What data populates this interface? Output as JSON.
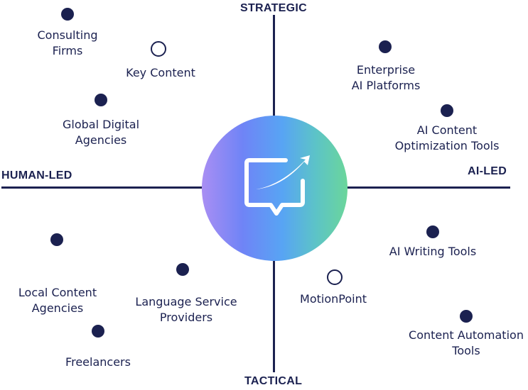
{
  "axes": {
    "top": "STRATEGIC",
    "bottom": "TACTICAL",
    "left": "HUMAN-LED",
    "right": "AI-LED"
  },
  "center": {
    "icon": "chat-bubble-growth-arrow-icon",
    "gradient": [
      "#a98ef3",
      "#6f84f6",
      "#58a4f4",
      "#5cc3c8",
      "#6bd69a"
    ]
  },
  "colors": {
    "ink": "#1b2150",
    "background": "#ffffff"
  },
  "nodes": [
    {
      "id": "consulting-firms",
      "lines": [
        "Consulting",
        "Firms"
      ],
      "marker": "filled"
    },
    {
      "id": "key-content",
      "lines": [
        "Key Content"
      ],
      "marker": "outline"
    },
    {
      "id": "global-digital-agencies",
      "lines": [
        "Global Digital",
        "Agencies"
      ],
      "marker": "filled"
    },
    {
      "id": "enterprise-ai-platforms",
      "lines": [
        "Enterprise",
        "AI Platforms"
      ],
      "marker": "filled"
    },
    {
      "id": "ai-content-optimization-tools",
      "lines": [
        "AI Content",
        "Optimization Tools"
      ],
      "marker": "filled"
    },
    {
      "id": "local-content-agencies",
      "lines": [
        "Local Content",
        "Agencies"
      ],
      "marker": "filled"
    },
    {
      "id": "language-service-providers",
      "lines": [
        "Language Service",
        "Providers"
      ],
      "marker": "filled"
    },
    {
      "id": "freelancers",
      "lines": [
        "Freelancers"
      ],
      "marker": "filled"
    },
    {
      "id": "ai-writing-tools",
      "lines": [
        "AI Writing Tools"
      ],
      "marker": "filled"
    },
    {
      "id": "motionpoint",
      "lines": [
        "MotionPoint"
      ],
      "marker": "outline"
    },
    {
      "id": "content-automation-tools",
      "lines": [
        "Content Automation",
        "Tools"
      ],
      "marker": "filled"
    }
  ]
}
